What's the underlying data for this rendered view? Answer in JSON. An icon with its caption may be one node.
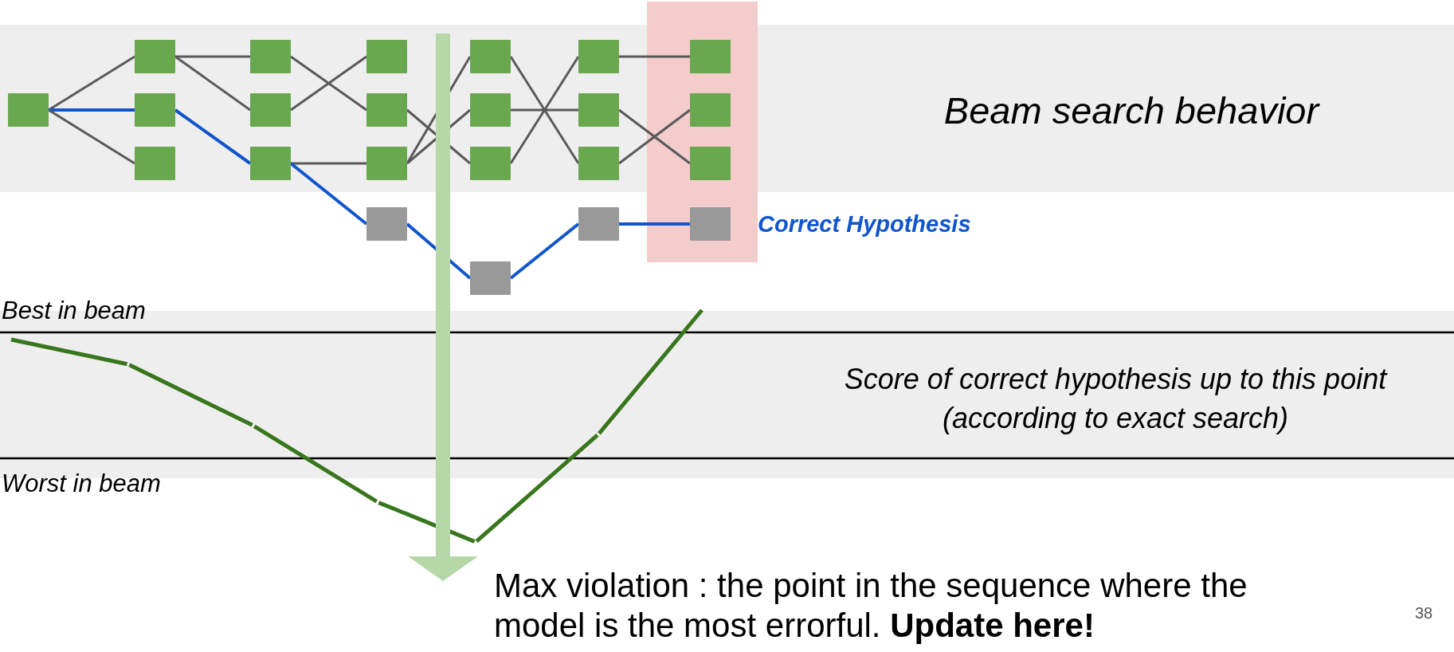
{
  "diagram": {
    "nodes": [
      {
        "text": [],
        "shape": "box"
      },
      {
        "text": [],
        "shape": "box"
      },
      {
        "text": [],
        "shape": "box"
      },
      {
        "text": [],
        "shape": "box"
      },
      {
        "text": [],
        "shape": "box"
      },
      {
        "text": [],
        "shape": "box"
      },
      {
        "text": [],
        "shape": "box"
      },
      {
        "text": [],
        "shape": "box"
      },
      {
        "text": [],
        "shape": "box"
      },
      {
        "text": [],
        "shape": "box"
      },
      {
        "text": [],
        "shape": "box"
      },
      {
        "text": [],
        "shape": "box"
      },
      {
        "text": [],
        "shape": "box"
      },
      {
        "text": [],
        "shape": "box"
      },
      {
        "text": [],
        "shape": "box"
      },
      {
        "text": [],
        "shape": "box"
      },
      {
        "text": [],
        "shape": "box"
      },
      {
        "text": [],
        "shape": "box"
      },
      {
        "text": [],
        "shape": "box"
      },
      {
        "text": [],
        "shape": "box"
      },
      {
        "text": [],
        "shape": "box"
      },
      {
        "text": [],
        "shape": "box"
      },
      {
        "text": [],
        "shape": "box",
        "beside": [
          "Correct Hypothesis"
        ]
      }
    ],
    "edges": [
      {
        "from": 0,
        "to": 1,
        "arrow": "none"
      },
      {
        "from": 0,
        "to": 2,
        "arrow": "none",
        "color": "#1155cc"
      },
      {
        "from": 0,
        "to": 3,
        "arrow": "none"
      },
      {
        "from": 1,
        "to": 4,
        "arrow": "none"
      },
      {
        "from": 1,
        "to": 5,
        "arrow": "none"
      },
      {
        "from": 2,
        "to": 6,
        "arrow": "none",
        "color": "#1155cc"
      },
      {
        "from": 4,
        "to": 8,
        "arrow": "none"
      },
      {
        "from": 5,
        "to": 7,
        "arrow": "none"
      },
      {
        "from": 6,
        "to": 9,
        "arrow": "none"
      },
      {
        "from": 6,
        "to": 10,
        "arrow": "none",
        "color": "#1155cc"
      },
      {
        "from": 8,
        "to": 13,
        "arrow": "none"
      },
      {
        "from": 9,
        "to": 11,
        "arrow": "none"
      },
      {
        "from": 9,
        "to": 12,
        "arrow": "none"
      },
      {
        "from": 10,
        "to": 14,
        "arrow": "none",
        "color": "#1155cc"
      },
      {
        "from": 11,
        "to": 17,
        "arrow": "none"
      },
      {
        "from": 12,
        "to": 16,
        "arrow": "none"
      },
      {
        "from": 13,
        "to": 15,
        "arrow": "none"
      },
      {
        "from": 14,
        "to": 18,
        "arrow": "none",
        "color": "#1155cc"
      },
      {
        "from": 15,
        "to": 19,
        "arrow": "none"
      },
      {
        "from": 16,
        "to": 21,
        "arrow": "none"
      },
      {
        "from": 17,
        "to": 20,
        "arrow": "none"
      },
      {
        "from": 18,
        "to": 22,
        "arrow": "none",
        "color": "#1155cc"
      }
    ],
    "labels": [
      "Beam search behavior",
      "Best in beam",
      "Score of correct hypothesis up to this point (according to exact search)",
      "Worst in beam",
      "Max violation : the point in the sequence where the model is the most errorful. **Update here!**",
      "38"
    ]
  }
}
